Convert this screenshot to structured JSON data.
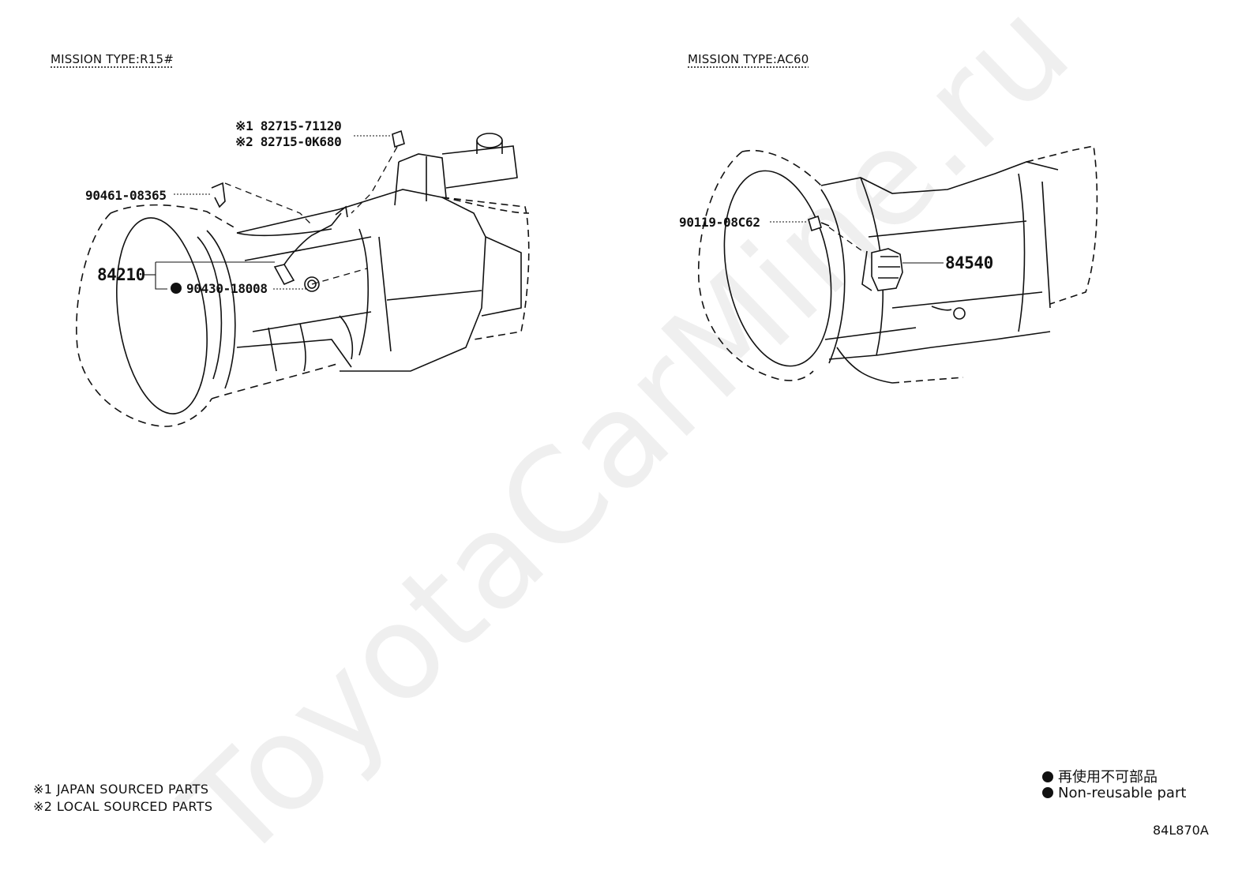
{
  "left_diagram": {
    "title": "MISSION TYPE:R15#",
    "callouts": {
      "p1": "※1 82715-71120",
      "p2": "※2 82715-0K680",
      "p3": "90461-08365",
      "p4": "84210",
      "p5": "90430-18008"
    },
    "p5_non_reusable": true
  },
  "right_diagram": {
    "title": "MISSION TYPE:AC60",
    "callouts": {
      "p1": "90119-08C62",
      "p2": "84540"
    }
  },
  "footnotes": {
    "n1": "※1 JAPAN SOURCED PARTS",
    "n2": "※2 LOCAL SOURCED PARTS"
  },
  "legend": {
    "jp": "再使用不可部品",
    "en": "Non-reusable part"
  },
  "figure_code": "84L870A",
  "watermark": "ToyotaCarMine.ru",
  "colors": {
    "line": "#111111",
    "background": "#ffffff"
  }
}
